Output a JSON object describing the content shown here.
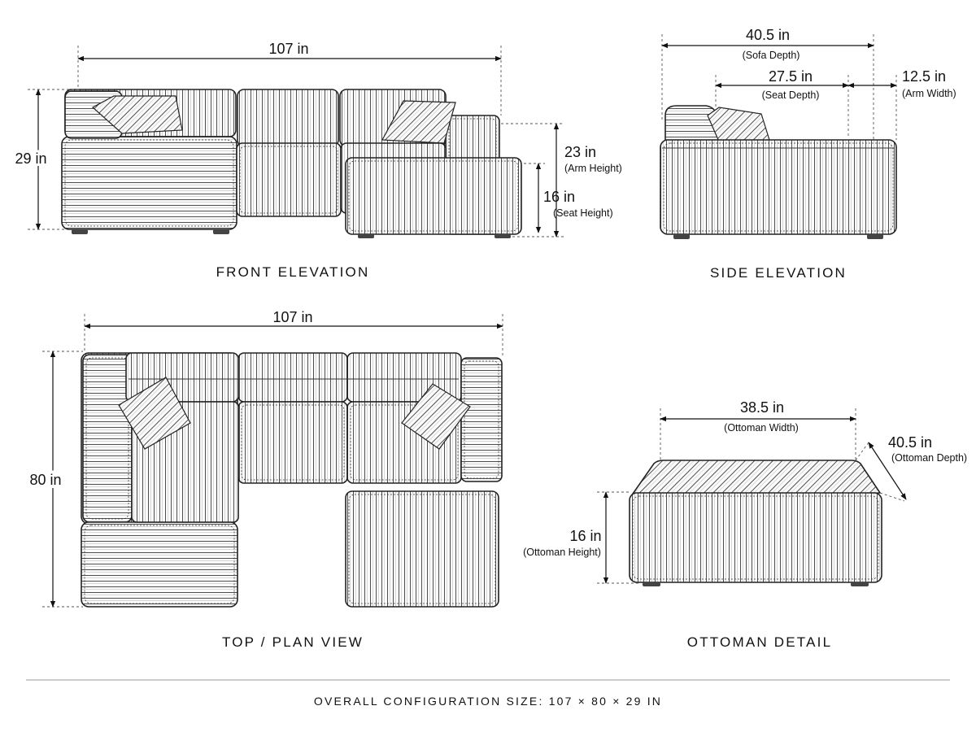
{
  "views": {
    "front": {
      "caption": "FRONT ELEVATION",
      "width": {
        "value": "107 in"
      },
      "height": {
        "value": "29 in"
      },
      "arm_height": {
        "value": "23 in",
        "sub": "(Arm Height)"
      },
      "seat_height": {
        "value": "16 in",
        "sub": "(Seat Height)"
      }
    },
    "side": {
      "caption": "SIDE ELEVATION",
      "sofa_depth": {
        "value": "40.5 in",
        "sub": "(Sofa Depth)"
      },
      "seat_depth": {
        "value": "27.5 in",
        "sub": "(Seat Depth)"
      },
      "arm_width": {
        "value": "12.5 in",
        "sub": "(Arm Width)"
      }
    },
    "top": {
      "caption": "TOP / PLAN VIEW",
      "width": {
        "value": "107 in"
      },
      "depth": {
        "value": "80 in"
      }
    },
    "ottoman": {
      "caption": "OTTOMAN DETAIL",
      "width": {
        "value": "38.5 in",
        "sub": "(Ottoman Width)"
      },
      "depth": {
        "value": "40.5 in",
        "sub": "(Ottoman Depth)"
      },
      "height": {
        "value": "16 in",
        "sub": "(Ottoman Height)"
      }
    }
  },
  "footer": {
    "overall": "OVERALL CONFIGURATION SIZE: 107 × 80 × 29 IN"
  }
}
